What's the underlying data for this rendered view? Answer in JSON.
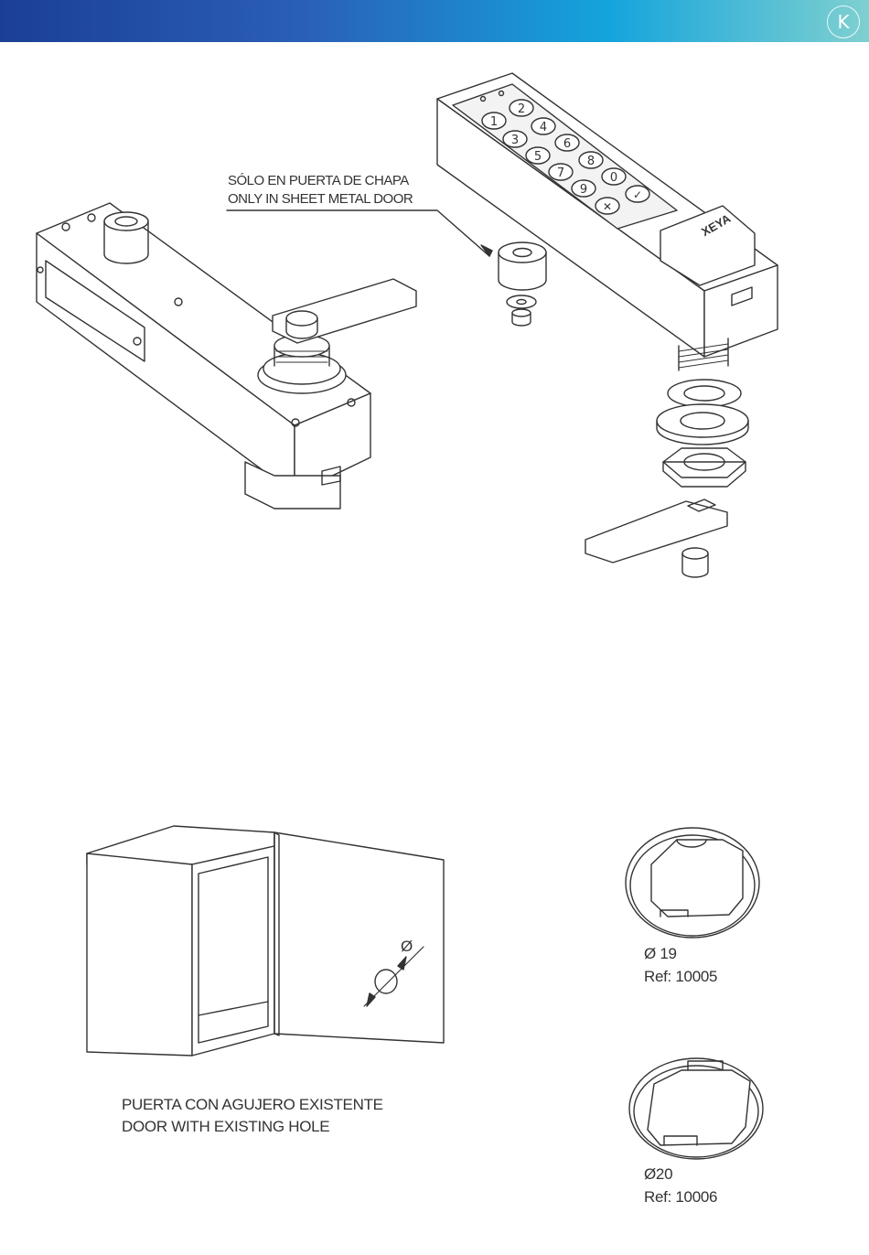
{
  "header": {
    "logo_glyph": "K"
  },
  "top_figure": {
    "note_es": "SÓLO EN PUERTA  DE CHAPA",
    "note_en": "ONLY IN SHEET METAL DOOR",
    "keypad_keys": [
      "1",
      "2",
      "3",
      "4",
      "5",
      "6",
      "7",
      "8",
      "9",
      "0",
      "✕",
      "✓"
    ],
    "brand": "XEYA"
  },
  "bottom_figure": {
    "door_caption_es": "PUERTA  CON AGUJERO EXISTENTE",
    "door_caption_en": "DOOR WITH EXISTING HOLE",
    "diameter_symbol": "Ø"
  },
  "washers": [
    {
      "size": "Ø 19",
      "ref": "Ref: 10005"
    },
    {
      "size": "Ø20",
      "ref": "Ref: 10006"
    }
  ],
  "colors": {
    "bar_start": "#1b3f95",
    "bar_mid": "#14a4dc",
    "bar_end": "#7fd0d0",
    "line": "#333333"
  }
}
